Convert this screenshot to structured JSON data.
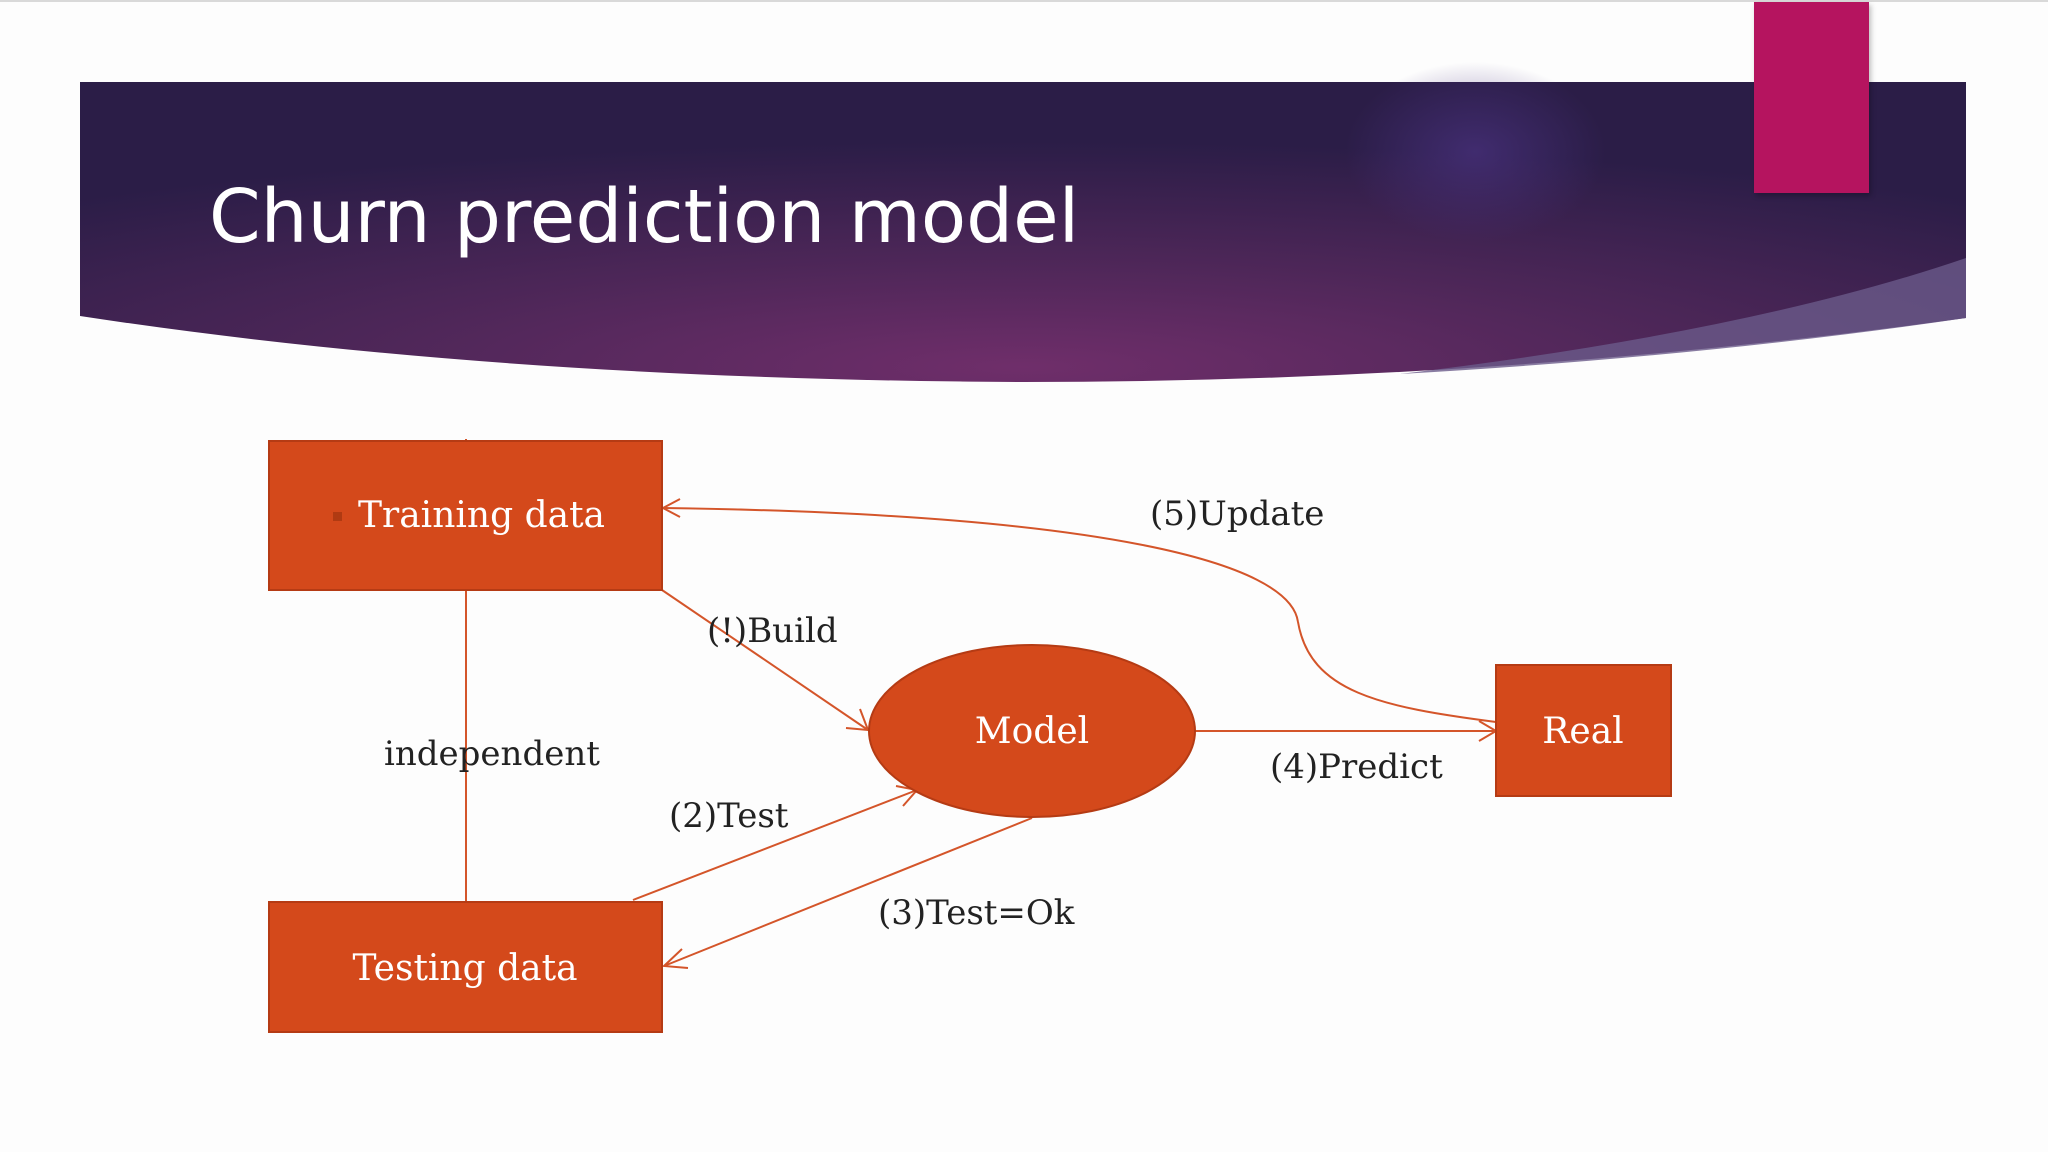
{
  "slide": {
    "title": "Churn prediction model"
  },
  "colors": {
    "banner_dark": "#2e1e4a",
    "banner_mid": "#6a2d68",
    "accent": "#b5145f",
    "node_fill": "#d4491b",
    "edge": "#d4552a"
  },
  "diagram": {
    "nodes": {
      "training": "Training data",
      "testing": "Testing data",
      "model": "Model",
      "real": "Real"
    },
    "edges": {
      "build": "(!)Build",
      "test": "(2)Test",
      "test_ok": "(3)Test=Ok",
      "predict": "(4)Predict",
      "update": "(5)Update",
      "independent": "independent"
    }
  }
}
